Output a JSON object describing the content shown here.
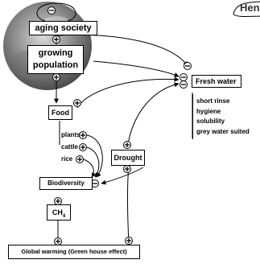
{
  "nodes": {
    "aging_society": "aging society",
    "growing_population_line1": "growing",
    "growing_population_line2": "population",
    "food": "Food",
    "fresh_water": "Fresh water",
    "water_uses": [
      "short rinse",
      "hygiene",
      "solubility",
      "grey water suited"
    ],
    "food_items": [
      "plants",
      "cattle",
      "rice"
    ],
    "biodiversity": "Biodiversity",
    "drought": "Drought",
    "ch4_main": "CH",
    "ch4_sub": "4",
    "global_warming": "Global warming (Green house effect)"
  },
  "logo_text": "Hen",
  "signs": {
    "plus": "+",
    "minus": "−"
  },
  "colors": {
    "line": "#000000",
    "globe_dark": "#5a5a5a",
    "globe_light": "#c8c8c8"
  }
}
